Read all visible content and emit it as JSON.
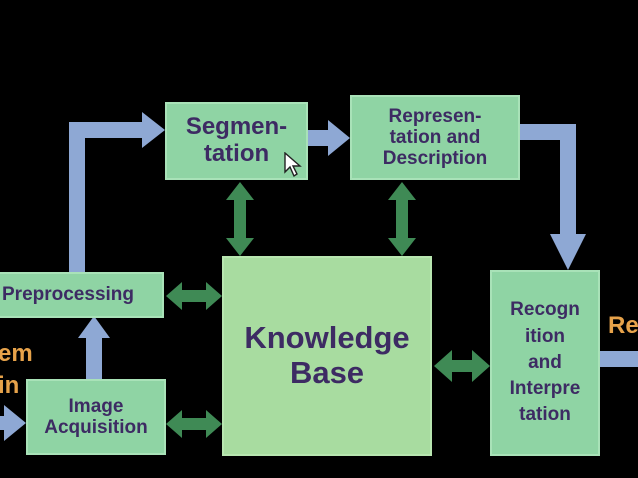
{
  "diagram": {
    "nodes": {
      "segmentation": "Segmen-\ntation",
      "representation": "Represen-\ntation and\nDescription",
      "preprocessing": "Preprocessing",
      "knowledge_base": "Knowledge\nBase",
      "recognition": "Recogn\nition\nand\nInterpre\ntation",
      "image_acquisition": "Image\nAcquisition"
    },
    "cropped_labels": {
      "left_line1": "em",
      "left_line2": "in",
      "right": "Re"
    },
    "colors": {
      "background": "#000000",
      "box_fill": "#8fd4a4",
      "box_text": "#3d2b63",
      "flow_arrow": "#8ea8d4",
      "kb_arrow": "#3f8a55",
      "label_orange": "#e6a24a"
    }
  }
}
